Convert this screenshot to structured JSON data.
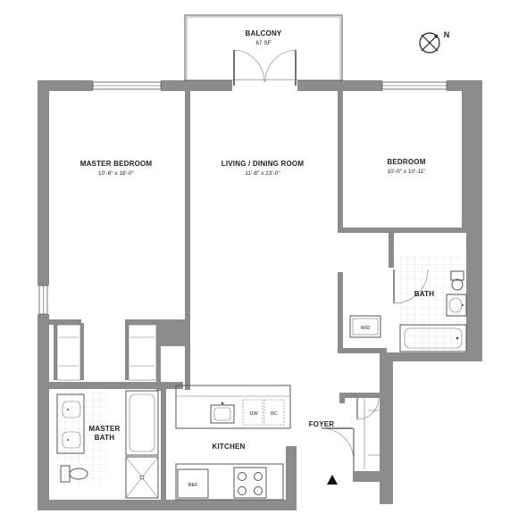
{
  "rooms": {
    "balcony": {
      "name": "BALCONY",
      "size": "67 SF"
    },
    "master_bedroom": {
      "name": "MASTER BEDROOM",
      "dims": "10'-6\" x 18'-0\""
    },
    "living": {
      "name": "LIVING / DINING ROOM",
      "dims": "11'-8\" x 23'-0\""
    },
    "bedroom": {
      "name": "BEDROOM",
      "dims": "10'-0\" x 10'-11\""
    },
    "bath": {
      "name": "BATH"
    },
    "master_bath": {
      "line1": "MASTER",
      "line2": "BATH"
    },
    "kitchen": {
      "name": "KITCHEN"
    },
    "foyer": {
      "name": "FOYER"
    }
  },
  "fixtures": {
    "washer_dryer": "W/D",
    "dishwasher": "DW",
    "cabinet": "BC",
    "refrigerator": "REF"
  },
  "compass": {
    "label": "N"
  }
}
